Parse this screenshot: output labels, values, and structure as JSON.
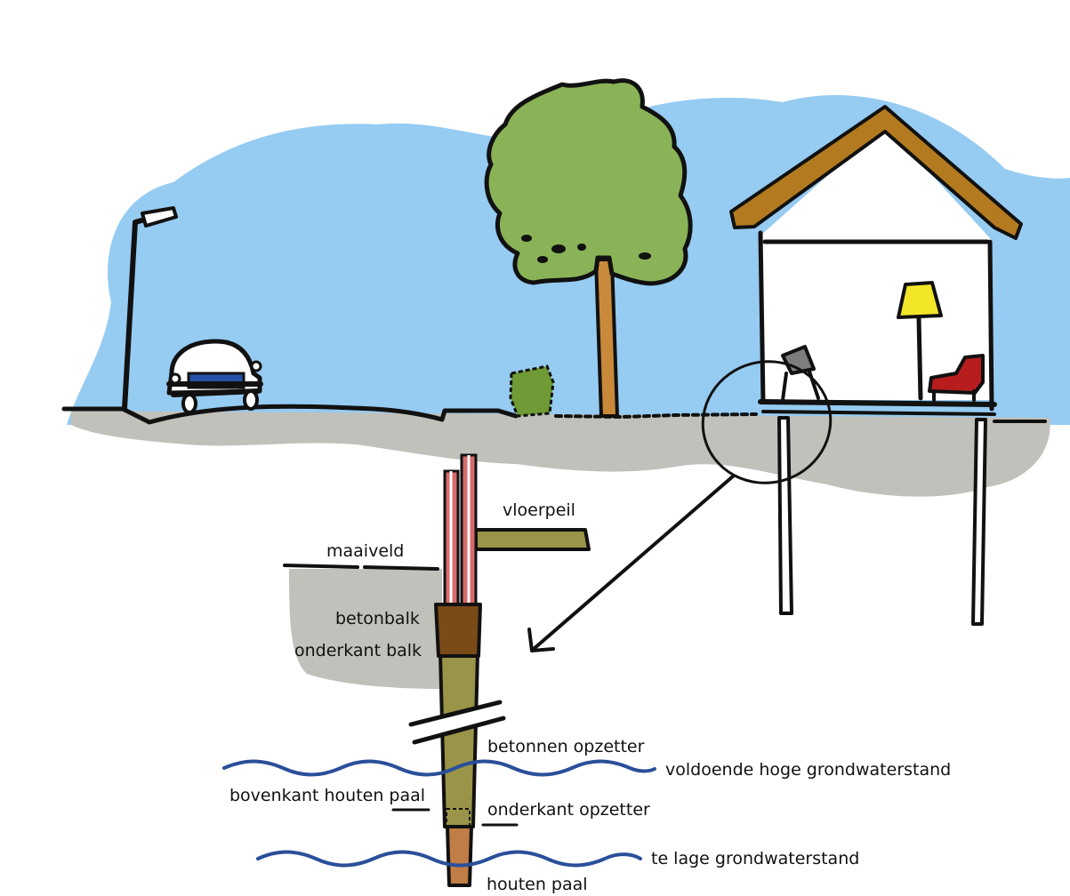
{
  "labels": {
    "vloerpeil": "vloerpeil",
    "maaiveld": "maaiveld",
    "betonbalk": "betonbalk",
    "onderkant_balk": "onderkant balk",
    "betonnen_opzetter": "betonnen opzetter",
    "voldoende": "voldoende hoge grondwaterstand",
    "bovenkant_paal": "bovenkant houten paal",
    "onderkant_opzetter": "onderkant opzetter",
    "te_lage": "te lage grondwaterstand",
    "houten_paal": "houten paal"
  },
  "colors": {
    "sky": "#96cbf2",
    "ground": "#c0c1bb",
    "tree": "#8ab257",
    "trunk": "#c9893a",
    "roof": "#b47a1f",
    "lamp": "#f3e629",
    "chair": "#b71d1d",
    "car_blue": "#2452a8",
    "beam": "#7a4a17",
    "pile_olive": "#9a9448",
    "pile_wood": "#c07d45",
    "water": "#2a4f9a",
    "pipe_red": "#d76b6b",
    "shrub": "#6f9a35"
  },
  "icons": [
    "street-lamp-icon",
    "car-icon",
    "tree-icon",
    "shrub-icon",
    "house-icon",
    "floor-lamp-icon",
    "armchair-icon",
    "magnifier-circle-icon",
    "detail-arrow-icon"
  ]
}
